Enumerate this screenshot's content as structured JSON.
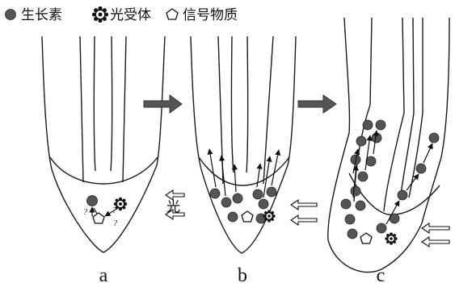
{
  "legend": {
    "auxin_label": "生长素",
    "photoreceptor_label": "光受体",
    "signal_label": "信号物质",
    "auxin_icon": "filled-circle-icon",
    "photoreceptor_icon": "gear-icon",
    "signal_icon": "pentagon-icon"
  },
  "panels": {
    "a": {
      "label": "a",
      "light_label": "光",
      "unknown_mark": "?"
    },
    "b": {
      "label": "b"
    },
    "c": {
      "label": "c"
    }
  },
  "transition_arrows": 2,
  "colors": {
    "auxin": "#555555",
    "block_arrow": "#555555",
    "ink": "#111111"
  }
}
